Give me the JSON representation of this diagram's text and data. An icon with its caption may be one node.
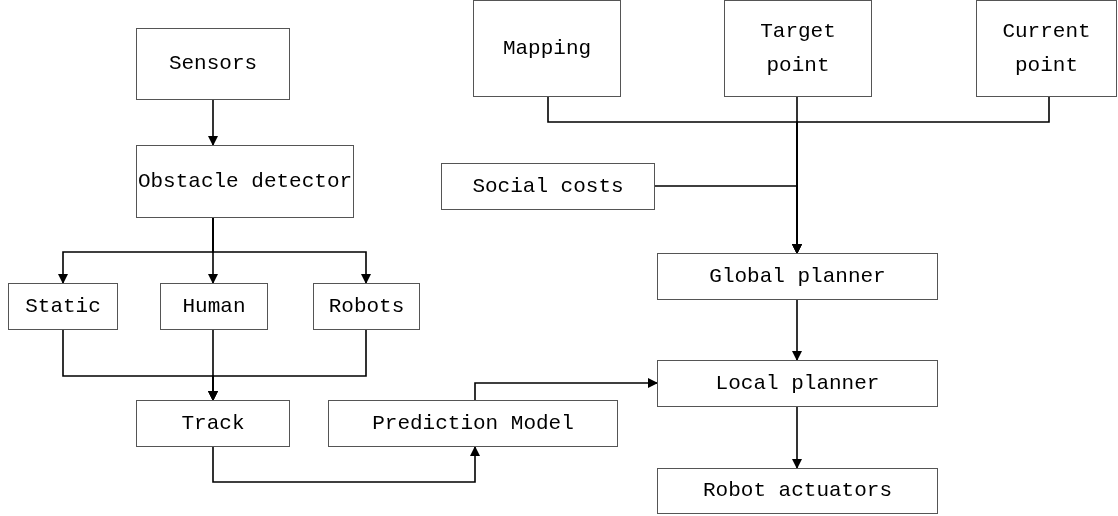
{
  "diagram": {
    "nodes": [
      {
        "text": [
          "Sensors"
        ]
      },
      {
        "text": [
          "Obstacle detector"
        ]
      },
      {
        "text": [
          "Static"
        ]
      },
      {
        "text": [
          "Human"
        ]
      },
      {
        "text": [
          "Robots"
        ]
      },
      {
        "text": [
          "Track"
        ]
      },
      {
        "text": [
          "Prediction Model"
        ]
      },
      {
        "text": [
          "Mapping"
        ]
      },
      {
        "text": [
          "Target point"
        ]
      },
      {
        "text": [
          "Current point"
        ]
      },
      {
        "text": [
          "Social costs"
        ]
      },
      {
        "text": [
          "Global planner"
        ]
      },
      {
        "text": [
          "Local planner"
        ]
      },
      {
        "text": [
          "Robot actuators"
        ]
      }
    ],
    "edges": [
      {
        "from": 0,
        "to": 1,
        "arrow": "to"
      },
      {
        "from": 1,
        "to": 2,
        "arrow": "to"
      },
      {
        "from": 1,
        "to": 3,
        "arrow": "to"
      },
      {
        "from": 1,
        "to": 4,
        "arrow": "to"
      },
      {
        "from": 2,
        "to": 5,
        "arrow": "to"
      },
      {
        "from": 3,
        "to": 5,
        "arrow": "to"
      },
      {
        "from": 4,
        "to": 5,
        "arrow": "to"
      },
      {
        "from": 5,
        "to": 6,
        "arrow": "to"
      },
      {
        "from": 6,
        "to": 12,
        "arrow": "to"
      },
      {
        "from": 7,
        "to": 11,
        "arrow": "to"
      },
      {
        "from": 8,
        "to": 11,
        "arrow": "to"
      },
      {
        "from": 9,
        "to": 11,
        "arrow": "to"
      },
      {
        "from": 10,
        "to": 11,
        "arrow": "to"
      },
      {
        "from": 11,
        "to": 12,
        "arrow": "to"
      },
      {
        "from": 12,
        "to": 13,
        "arrow": "to"
      }
    ]
  }
}
